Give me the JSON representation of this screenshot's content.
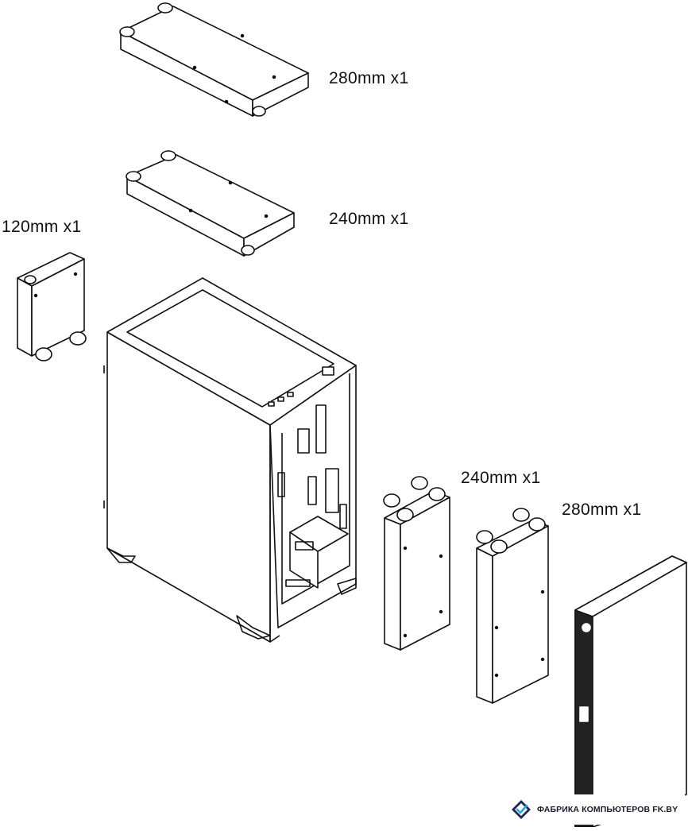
{
  "labels": {
    "top_280": "280mm x1",
    "top_240": "240mm x1",
    "left_120": "120mm x1",
    "front_240": "240mm x1",
    "front_280": "280mm x1"
  },
  "watermark": {
    "text": "ФАБРИКА КОМПЬЮТЕРОВ FK.BY",
    "icon": "diamond-check-logo",
    "colors": {
      "primary": "#1f2a5a",
      "accent": "#2aa7e0"
    }
  },
  "colors": {
    "line": "#111111",
    "panel": "#222222",
    "background": "#ffffff"
  }
}
